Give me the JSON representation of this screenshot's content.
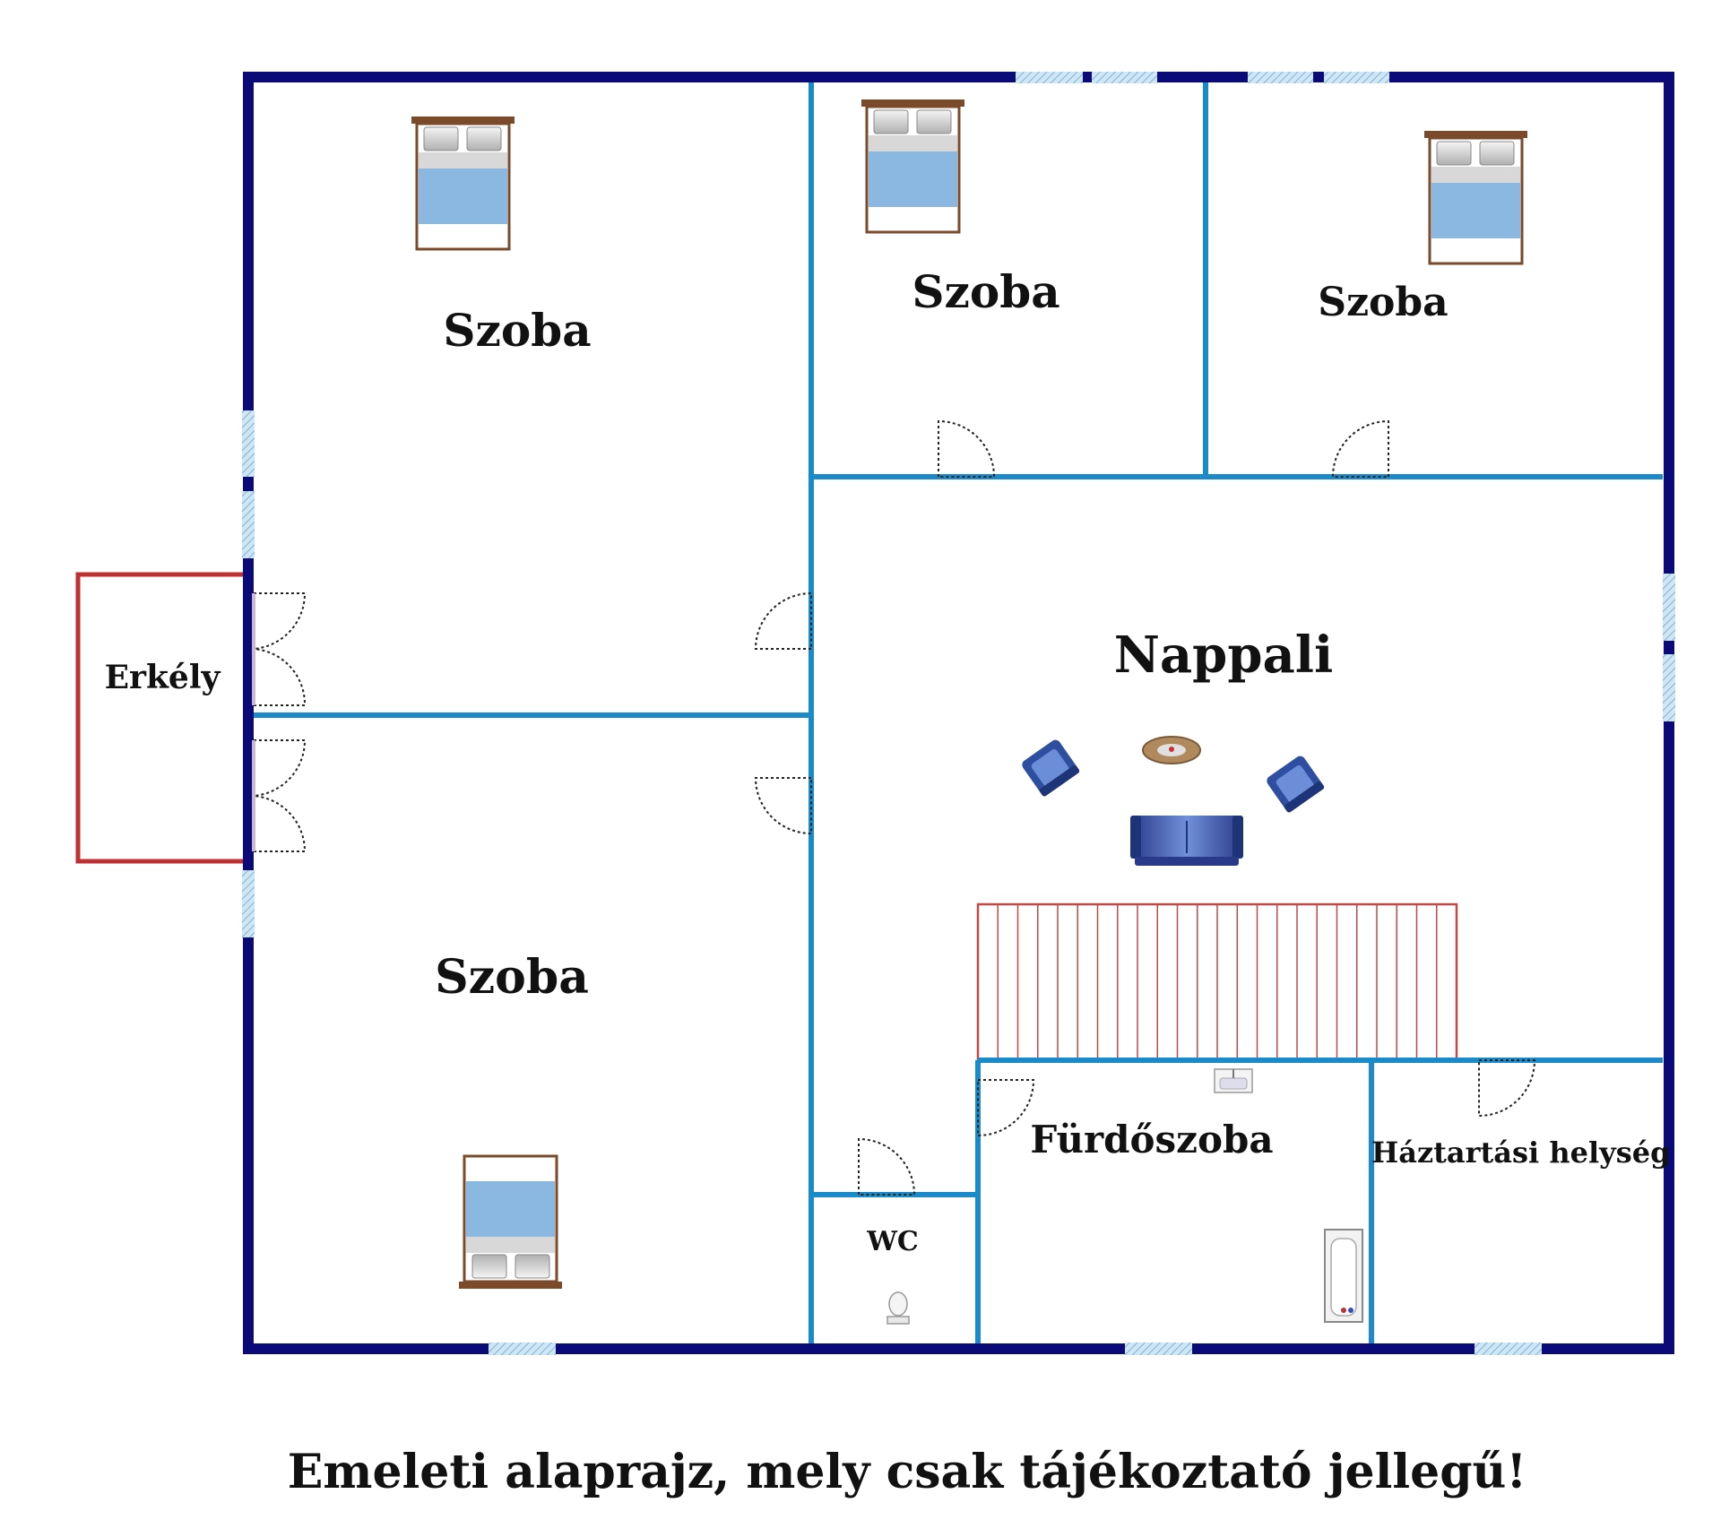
{
  "rooms": {
    "bedroom_top_left": "Szoba",
    "bedroom_top_middle": "Szoba",
    "bedroom_top_right": "Szoba",
    "bedroom_bottom_left": "Szoba",
    "living_room": "Nappali",
    "balcony": "Erkély",
    "wc": "WC",
    "bathroom": "Fürdőszoba",
    "utility_room": "Háztartási helység"
  },
  "caption": "Emeleti alaprajz, mely csak tájékoztató jellegű!",
  "colors": {
    "outer_wall": "#0a0a78",
    "inner_wall": "#1a8ac8",
    "balcony": "#c03030",
    "stairs": "#c04848",
    "window": "#a8d0e8",
    "bed_frame": "#7a4a2a",
    "bed_sheet": "#8ab8e0",
    "sofa": "#4060b0"
  },
  "icons": [
    "bed-icon",
    "armchair-icon",
    "sofa-icon",
    "coffee-table-icon",
    "toilet-icon",
    "sink-icon",
    "bathtub-icon",
    "door-swing-icon",
    "window-icon",
    "stairs-icon"
  ]
}
